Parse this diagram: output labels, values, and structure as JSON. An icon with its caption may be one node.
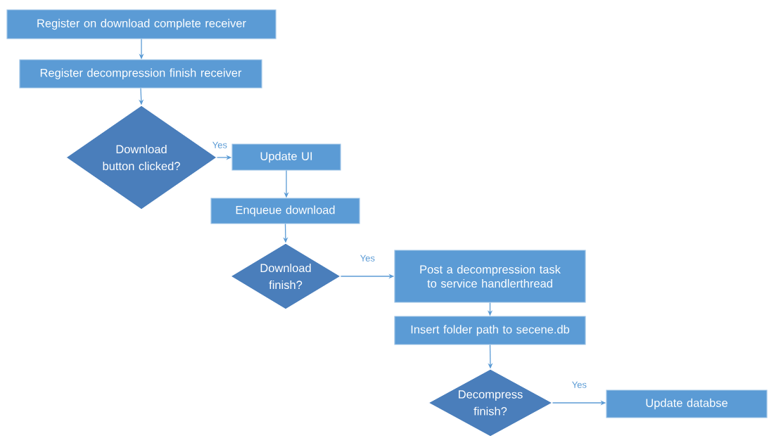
{
  "diagram": {
    "nodes": [
      {
        "text": [
          "Register on download complete receiver"
        ]
      },
      {
        "text": [
          "Register decompression finish receiver"
        ]
      },
      {
        "text": [
          "Download button clicked?"
        ]
      },
      {
        "text": [
          "Update UI"
        ]
      },
      {
        "text": [
          "Enqueue download"
        ]
      },
      {
        "text": [
          "Download finish?"
        ]
      },
      {
        "text": [
          "Post a decompression task to service handlerthread"
        ]
      },
      {
        "text": [
          "Insert folder path to secene.db"
        ]
      },
      {
        "text": [
          "Decompress finish?"
        ]
      },
      {
        "text": [
          "Update databse"
        ]
      }
    ],
    "edges": [
      {
        "from": 0,
        "to": 1,
        "arrow": "to"
      },
      {
        "from": 1,
        "to": 2,
        "arrow": "to"
      },
      {
        "from": 2,
        "to": 3,
        "arrow": "to",
        "label": "Yes"
      },
      {
        "from": 3,
        "to": 4,
        "arrow": "to"
      },
      {
        "from": 4,
        "to": 5,
        "arrow": "to"
      },
      {
        "from": 5,
        "to": 6,
        "arrow": "to",
        "label": "Yes"
      },
      {
        "from": 6,
        "to": 7,
        "arrow": "to"
      },
      {
        "from": 7,
        "to": 8,
        "arrow": "to"
      },
      {
        "from": 8,
        "to": 9,
        "arrow": "to",
        "label": "Yes"
      }
    ]
  }
}
